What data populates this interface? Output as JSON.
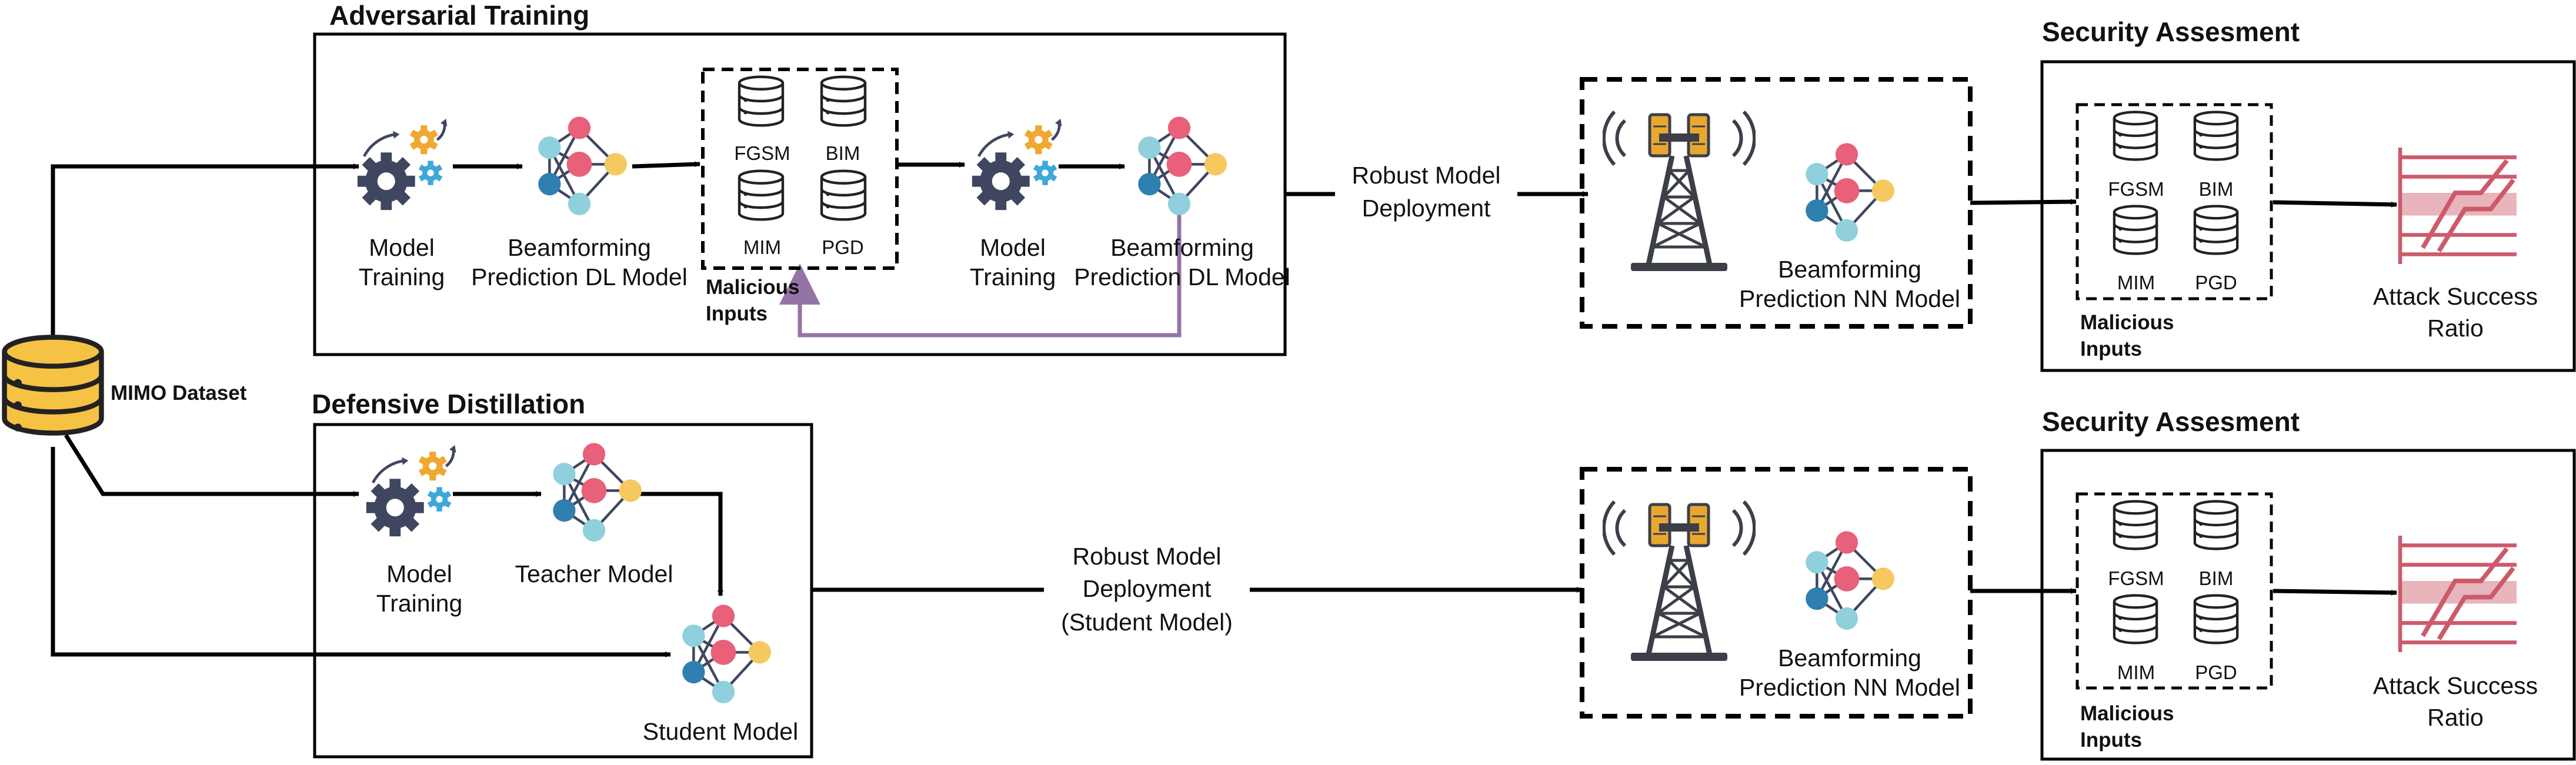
{
  "dataset": {
    "label": "MIMO Dataset"
  },
  "adversarial": {
    "title": "Adversarial Training",
    "model_training": [
      "Model",
      "Training"
    ],
    "prediction_model": [
      "Beamforming",
      "Prediction DL Model"
    ],
    "attacks": [
      "FGSM",
      "BIM",
      "MIM",
      "PGD"
    ],
    "malicious": [
      "Malicious",
      "Inputs"
    ],
    "model_training_2": [
      "Model",
      "Training"
    ],
    "prediction_model_2": [
      "Beamforming",
      "Prediction DL Model"
    ]
  },
  "deploy_top": [
    "Robust Model",
    "Deployment"
  ],
  "tower_top": {
    "model": [
      "Beamforming",
      "Prediction NN Model"
    ]
  },
  "security_top": {
    "title": "Security Assesment",
    "attacks": [
      "FGSM",
      "BIM",
      "MIM",
      "PGD"
    ],
    "malicious": [
      "Malicious",
      "Inputs"
    ],
    "result": [
      "Attack Success",
      "Ratio"
    ]
  },
  "defensive": {
    "title": "Defensive Distillation",
    "model_training": [
      "Model",
      "Training"
    ],
    "teacher": "Teacher Model",
    "student": "Student Model"
  },
  "deploy_bottom": [
    "Robust Model",
    "Deployment",
    "(Student Model)"
  ],
  "tower_bottom": {
    "model": [
      "Beamforming",
      "Prediction NN Model"
    ]
  },
  "security_bottom": {
    "title": "Security Assesment",
    "attacks": [
      "FGSM",
      "BIM",
      "MIM",
      "PGD"
    ],
    "malicious": [
      "Malicious",
      "Inputs"
    ],
    "result": [
      "Attack Success",
      "Ratio"
    ]
  },
  "colors": {
    "line": "#000000",
    "feedback": "#9673a6",
    "gear_dark": "#3f4660",
    "gear_orange": "#f0a830",
    "gear_blue": "#3ea8d8",
    "nn_teal": "#8fd0dc",
    "nn_blue": "#2f7fb0",
    "nn_pink": "#e8607a",
    "nn_yellow": "#f5c860",
    "db_yellow": "#f6c244",
    "tower_amber": "#e8a830",
    "tower_grey": "#3c3f48",
    "attack_red": "#cc5a6a"
  }
}
